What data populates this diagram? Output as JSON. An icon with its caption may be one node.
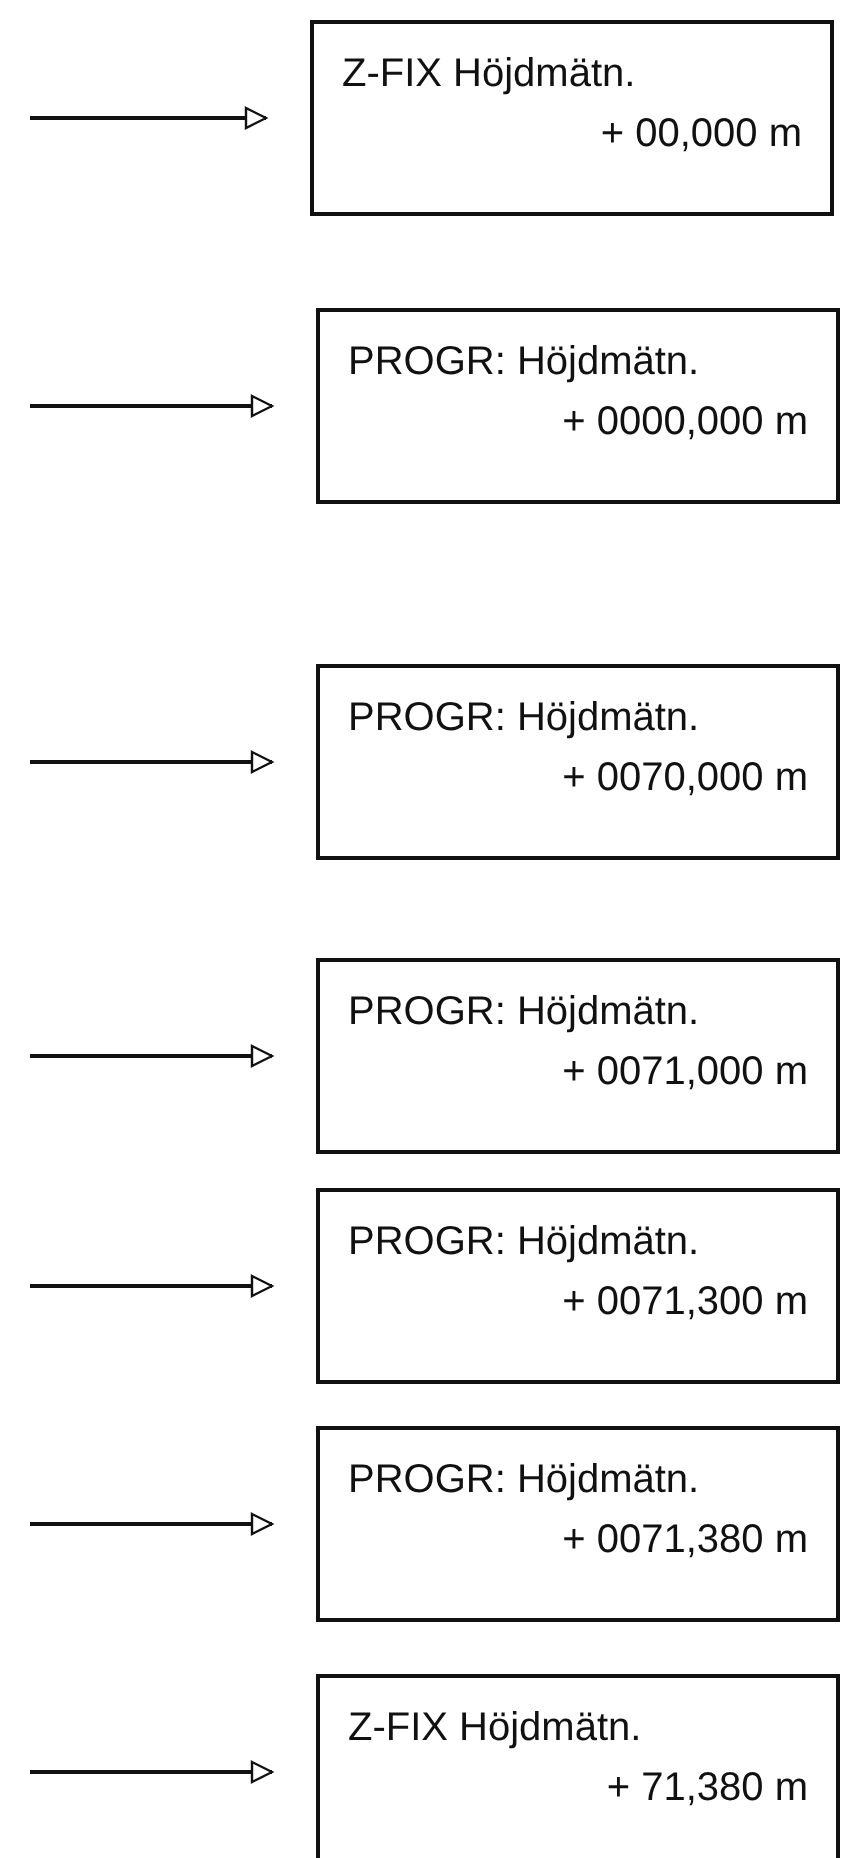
{
  "diagram": {
    "nodes": [
      {
        "text": [
          "Z-FIX Höjdmätn.",
          "+ 00,000 m"
        ]
      },
      {
        "text": [
          "PROGR: Höjdmätn.",
          "+ 0000,000 m"
        ]
      },
      {
        "text": [
          "PROGR: Höjdmätn.",
          "+ 0070,000 m"
        ]
      },
      {
        "text": [
          "PROGR: Höjdmätn.",
          "+ 0071,000 m"
        ]
      },
      {
        "text": [
          "PROGR: Höjdmätn.",
          "+ 0071,300 m"
        ]
      },
      {
        "text": [
          "PROGR: Höjdmätn.",
          "+ 0071,380 m"
        ]
      },
      {
        "text": [
          "Z-FIX Höjdmätn.",
          "+ 71,380 m"
        ]
      }
    ],
    "edges": [
      {
        "from": null,
        "to": 0,
        "arrow": "to"
      },
      {
        "from": null,
        "to": 1,
        "arrow": "to"
      },
      {
        "from": null,
        "to": 2,
        "arrow": "to"
      },
      {
        "from": null,
        "to": 3,
        "arrow": "to"
      },
      {
        "from": null,
        "to": 4,
        "arrow": "to"
      },
      {
        "from": null,
        "to": 5,
        "arrow": "to"
      },
      {
        "from": null,
        "to": 6,
        "arrow": "to"
      }
    ]
  }
}
